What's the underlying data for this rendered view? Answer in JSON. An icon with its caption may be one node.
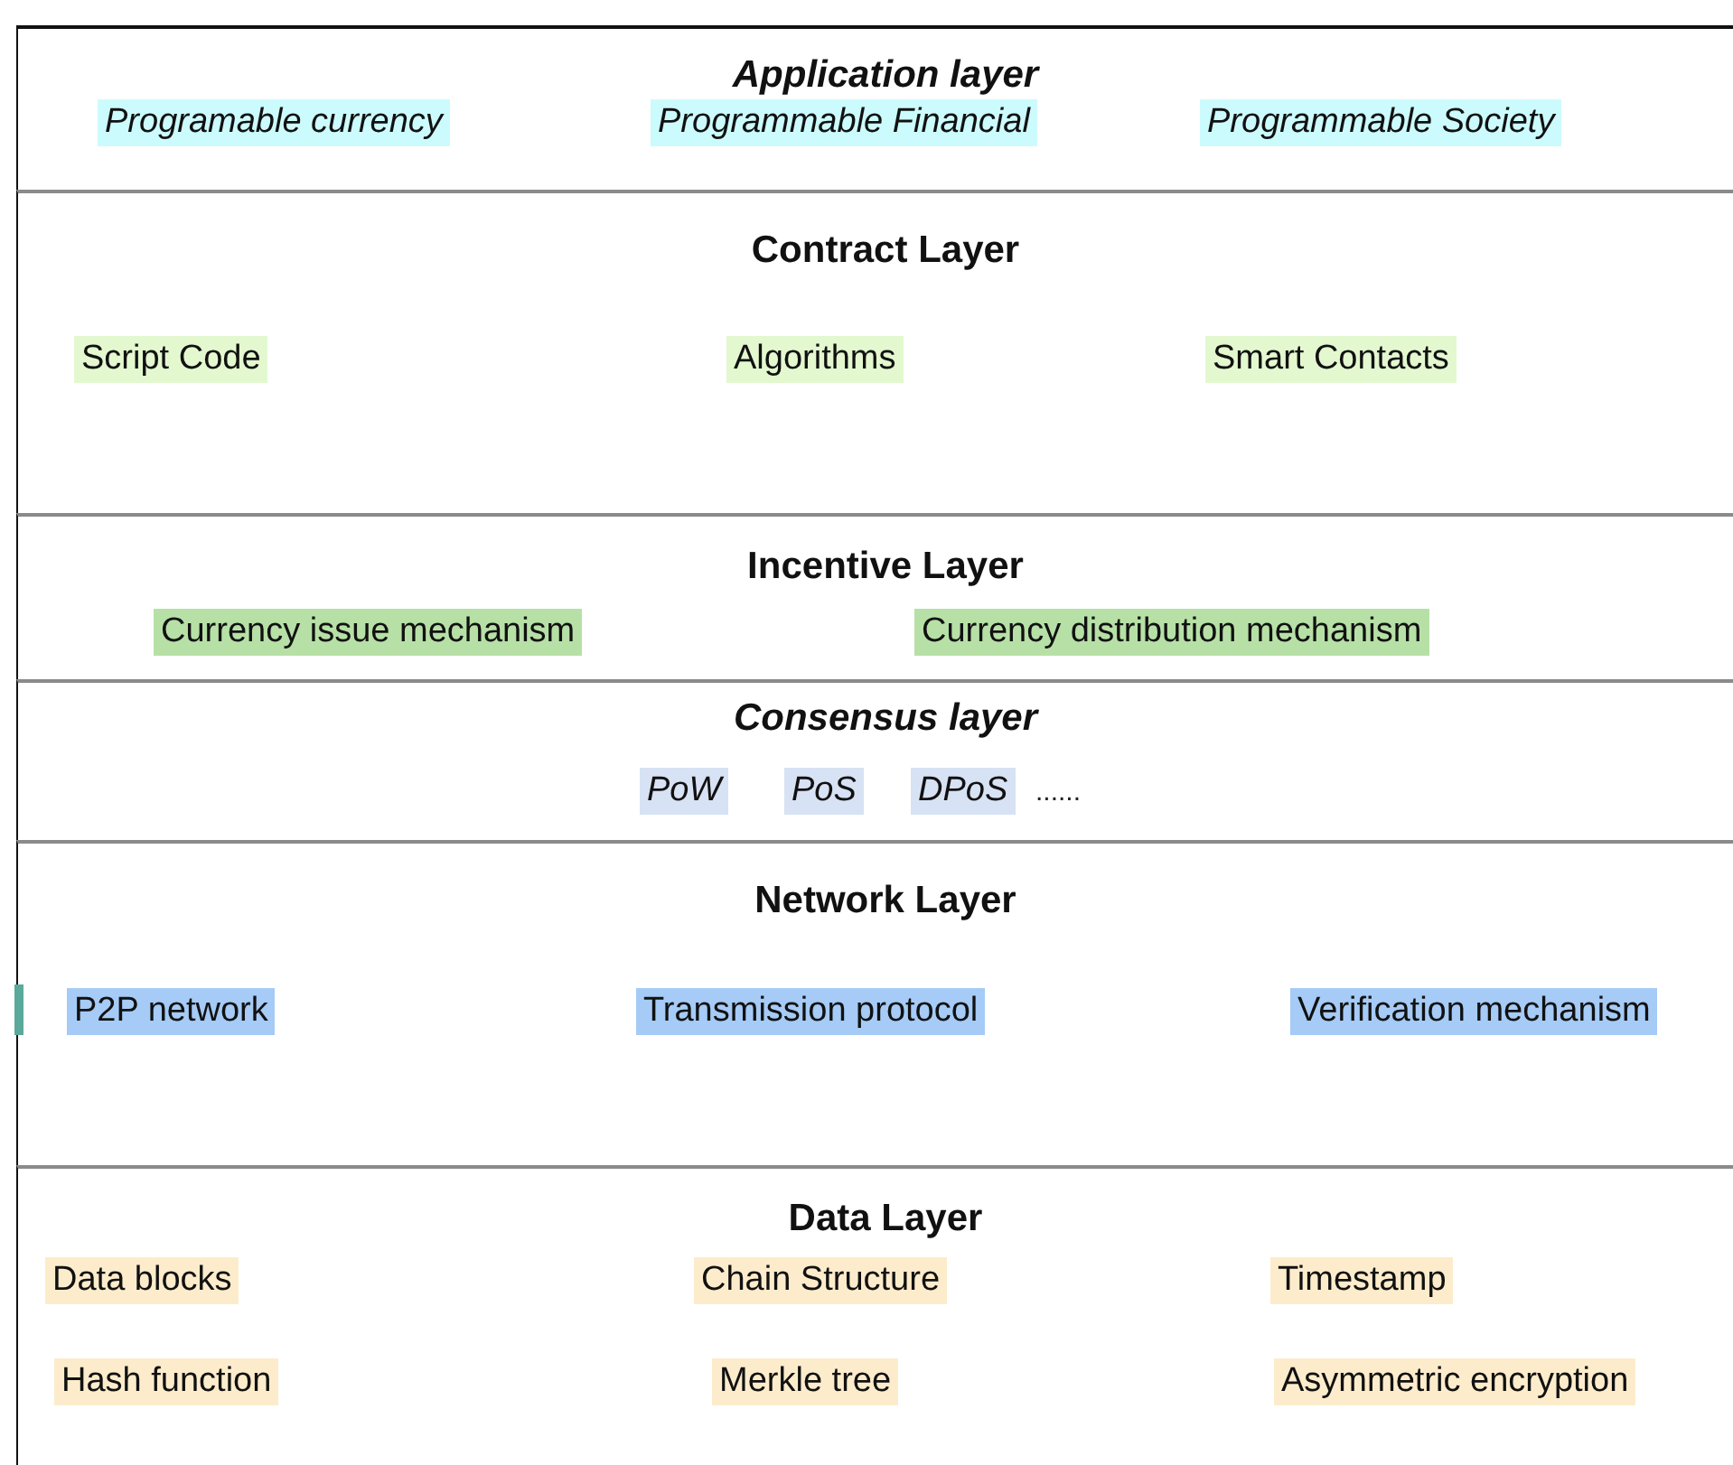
{
  "diagram": {
    "nodes": [
      {
        "text": [
          "Application layer"
        ]
      },
      {
        "text": [
          "Programable currency"
        ],
        "in": 0
      },
      {
        "text": [
          "Programmable Financial"
        ],
        "in": 0
      },
      {
        "text": [
          "Programmable Society"
        ],
        "in": 0
      },
      {
        "text": [
          "Contract Layer"
        ]
      },
      {
        "text": [
          "Script Code"
        ],
        "in": 4
      },
      {
        "text": [
          "Algorithms"
        ],
        "in": 4
      },
      {
        "text": [
          "Smart Contacts"
        ],
        "in": 4
      },
      {
        "text": [
          "Incentive Layer"
        ]
      },
      {
        "text": [
          "Currency issue mechanism"
        ],
        "in": 8
      },
      {
        "text": [
          "Currency distribution mechanism"
        ],
        "in": 8
      },
      {
        "text": [
          "Consensus layer"
        ]
      },
      {
        "text": [
          "PoW"
        ],
        "in": 11
      },
      {
        "text": [
          "PoS"
        ],
        "in": 11
      },
      {
        "text": [
          "DPoS"
        ],
        "in": 11
      },
      {
        "text": [
          "Network Layer"
        ]
      },
      {
        "text": [
          "P2P network"
        ],
        "in": 15
      },
      {
        "text": [
          "Transmission protocol"
        ],
        "in": 15
      },
      {
        "text": [
          "Verification mechanism"
        ],
        "in": 15
      },
      {
        "text": [
          "Data Layer"
        ]
      },
      {
        "text": [
          "Data blocks"
        ],
        "in": 19
      },
      {
        "text": [
          "Chain Structure"
        ],
        "in": 19
      },
      {
        "text": [
          "Timestamp"
        ],
        "in": 19
      },
      {
        "text": [
          "Hash function"
        ],
        "in": 19
      },
      {
        "text": [
          "Merkle tree"
        ],
        "in": 19
      },
      {
        "text": [
          "Asymmetric encryption"
        ],
        "in": 19
      }
    ],
    "labels": [
      "......"
    ]
  }
}
